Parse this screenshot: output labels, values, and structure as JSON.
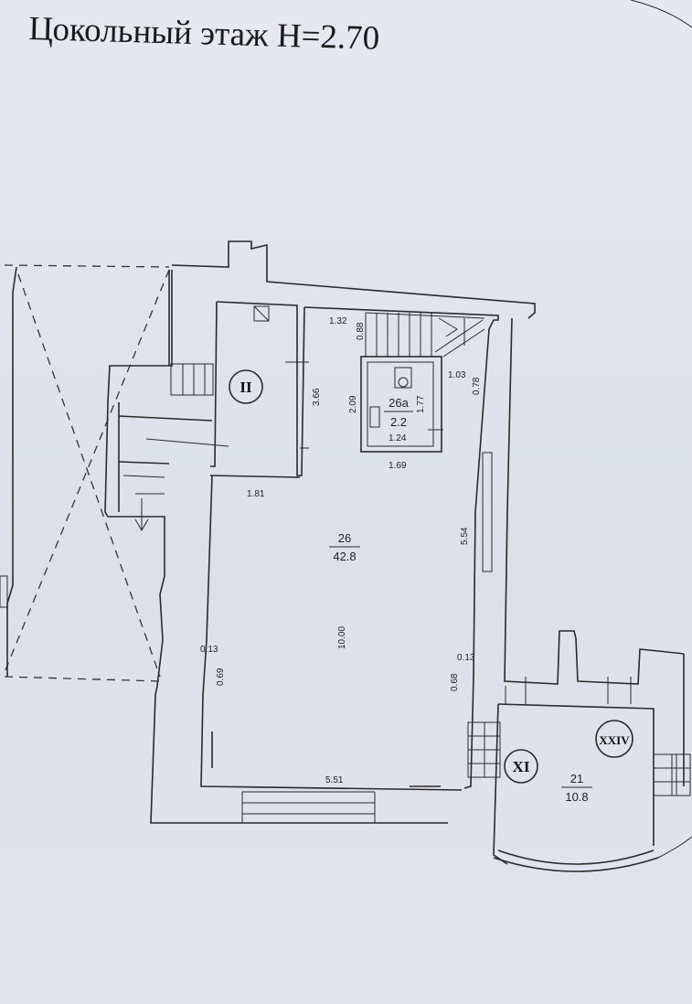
{
  "title": "Цокольный этаж  H=2.70",
  "rooms": [
    {
      "number": "26",
      "area": "42.8"
    },
    {
      "number": "26а",
      "area": "2.2"
    },
    {
      "number": "21",
      "area": "10.8"
    }
  ],
  "markers": [
    "II",
    "XI",
    "XXIV"
  ],
  "dimensions": {
    "d132": "1.32",
    "d088": "0.88",
    "d366": "3.66",
    "d209": "2.09",
    "d177": "1.77",
    "d124": "1.24",
    "d103": "1.03",
    "d078": "0.78",
    "d169": "1.69",
    "d181": "1.81",
    "d554": "5.54",
    "d1000": "10.00",
    "d013a": "0.13",
    "d069": "0.69",
    "d013b": "0.13",
    "d068": "0.68",
    "d551": "5.51"
  }
}
